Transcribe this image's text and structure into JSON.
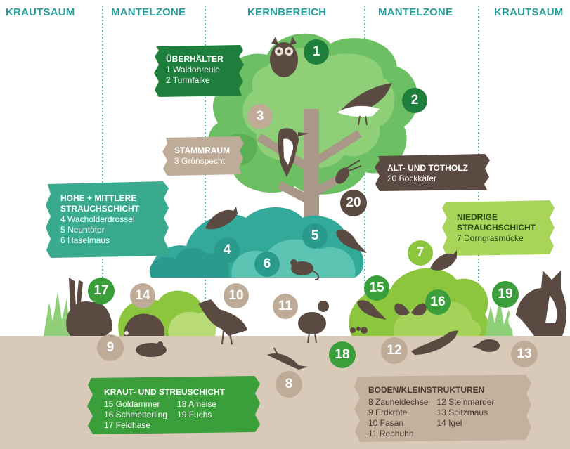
{
  "zones": {
    "left_outer": "KRAUTSAUM",
    "left_mid": "MANTELZONE",
    "center": "KERNBEREICH",
    "right_mid": "MANTELZONE",
    "right_outer": "KRAUTSAUM"
  },
  "boxes": {
    "ueberhaelter": {
      "title": "ÜBERHÄLTER",
      "lines": [
        "1 Waldohreule",
        "2 Turmfalke"
      ]
    },
    "stammraum": {
      "title": "STAMMRAUM",
      "lines": [
        "3 Grünspecht"
      ]
    },
    "totholz": {
      "title": "ALT- UND TOTHOLZ",
      "lines": [
        "20 Bockkäfer"
      ]
    },
    "hohe": {
      "title_1": "HOHE + MITTLERE",
      "title_2": "STRAUCHSCHICHT",
      "lines": [
        "4 Wacholderdrossel",
        "5 Neuntöter",
        "6 Haselmaus"
      ]
    },
    "niedrige": {
      "title_1": "NIEDRIGE",
      "title_2": "STRAUCHSCHICHT",
      "lines": [
        "7 Dorngrasmücke"
      ]
    },
    "kraut": {
      "title": "KRAUT- UND STREUSCHICHT",
      "col1": [
        "15 Goldammer",
        "16 Schmetterling",
        "17 Feldhase"
      ],
      "col2": [
        "18 Ameise",
        "19 Fuchs"
      ]
    },
    "boden": {
      "title": "BODEN/KLEINSTRUKTUREN",
      "col1": [
        "8 Zauneidechse",
        "9 Erdkröte",
        "10 Fasan",
        "11 Rebhuhn"
      ],
      "col2": [
        "12 Steinmarder",
        "13 Spitzmaus",
        "14 Igel"
      ]
    }
  },
  "badges": [
    "1",
    "2",
    "3",
    "4",
    "5",
    "6",
    "7",
    "8",
    "9",
    "10",
    "11",
    "12",
    "13",
    "14",
    "15",
    "16",
    "17",
    "18",
    "19",
    "20"
  ],
  "colors": {
    "teal": "#2a9d9b",
    "dark_green": "#1e7e3c",
    "bright_green": "#3a9e3a",
    "lime": "#8cc63f",
    "brown": "#5b4a42",
    "tan": "#bfac98",
    "ground": "#d8c9b8",
    "tree_light": "#8fcf78",
    "tree_mid": "#6cbf63",
    "shrub_teal": "#33a99a",
    "shrub_teal_light": "#5cc4b3"
  }
}
